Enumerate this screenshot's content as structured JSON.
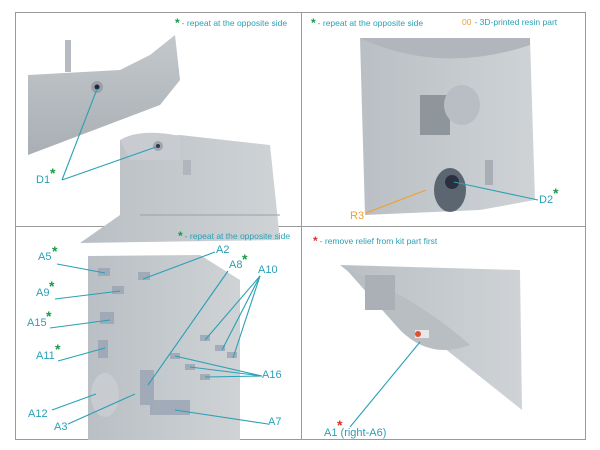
{
  "colors": {
    "label": "#2aa0b5",
    "green_star": "#1a9a4a",
    "red_star": "#d9332b",
    "orange": "#f0a030"
  },
  "panel1": {
    "note_star": "*",
    "note": "- repeat at the opposite side",
    "labels": {
      "d1": "D1"
    }
  },
  "panel2": {
    "note_star": "*",
    "note": "- repeat at the opposite side",
    "resin_code": "00",
    "resin_note": "- 3D-printed resin part",
    "labels": {
      "d2": "D2",
      "r3": "R3"
    }
  },
  "panel3": {
    "note_star": "*",
    "note": "- repeat at the opposite side",
    "labels": {
      "a5": "A5",
      "a2": "A2",
      "a8": "A8",
      "a10": "A10",
      "a9": "A9",
      "a15": "A15",
      "a11": "A11",
      "a16": "A16",
      "a12": "A12",
      "a3": "A3",
      "a7": "A7"
    }
  },
  "panel4": {
    "note_star": "*",
    "note": "- remove relief from kit part first",
    "labels": {
      "a1": "A1",
      "a1_sub": "(right-A6)"
    }
  },
  "asterisk": "*"
}
